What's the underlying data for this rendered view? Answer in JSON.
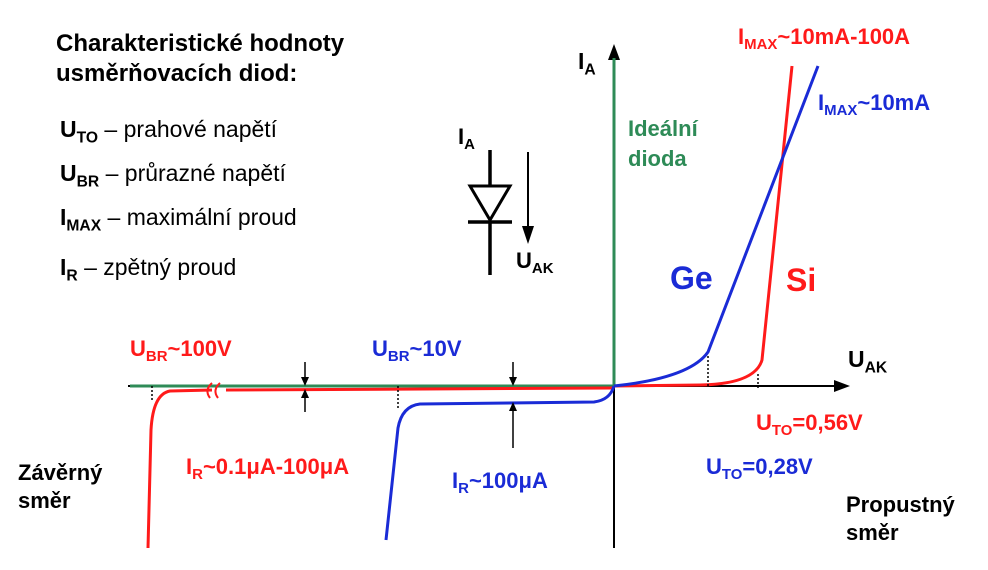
{
  "title": {
    "line1": "Charakteristické hodnoty",
    "line2": "usměrňovacích  diod:"
  },
  "legend": [
    {
      "sym": "U",
      "sub": "TO",
      "text": " – prahové napětí"
    },
    {
      "sym": "U",
      "sub": "BR",
      "text": " – průrazné napětí"
    },
    {
      "sym": "I",
      "sub": "MAX",
      "text": " – maximální proud"
    },
    {
      "sym": "I",
      "sub": "R",
      "text": " – zpětný proud"
    }
  ],
  "symbol": {
    "current": {
      "sym": "I",
      "sub": "A"
    },
    "voltage": {
      "sym": "U",
      "sub": "AK"
    }
  },
  "axes": {
    "y": {
      "sym": "I",
      "sub": "A"
    },
    "x": {
      "sym": "U",
      "sub": "AK"
    }
  },
  "ideal": {
    "line1": "Ideální",
    "line2": "dioda"
  },
  "curves": {
    "ge": "Ge",
    "si": "Si"
  },
  "annotations": {
    "imax_si": {
      "sym": "I",
      "sub": "MAX",
      "text": "~10mA-100A"
    },
    "imax_ge": {
      "sym": "I",
      "sub": "MAX",
      "text": "~10mA"
    },
    "ubr_si": {
      "sym": "U",
      "sub": "BR",
      "text": "~100V"
    },
    "ubr_ge": {
      "sym": "U",
      "sub": "BR",
      "text": "~10V"
    },
    "ir_si": {
      "sym": "I",
      "sub": "R",
      "text": "~0.1μA-100μA"
    },
    "ir_ge": {
      "sym": "I",
      "sub": "R",
      "text": "~100μA"
    },
    "uto_si": {
      "sym": "U",
      "sub": "TO",
      "text": "=0,56V"
    },
    "uto_ge": {
      "sym": "U",
      "sub": "TO",
      "text": "=0,28V"
    }
  },
  "regions": {
    "reverse": {
      "line1": "Závěrný",
      "line2": "směr"
    },
    "forward": {
      "line1": "Propustný",
      "line2": "směr"
    }
  },
  "colors": {
    "si": "#ff1a1a",
    "ge": "#1a2bd6",
    "ideal": "#2e8b57",
    "axis": "#000000"
  }
}
